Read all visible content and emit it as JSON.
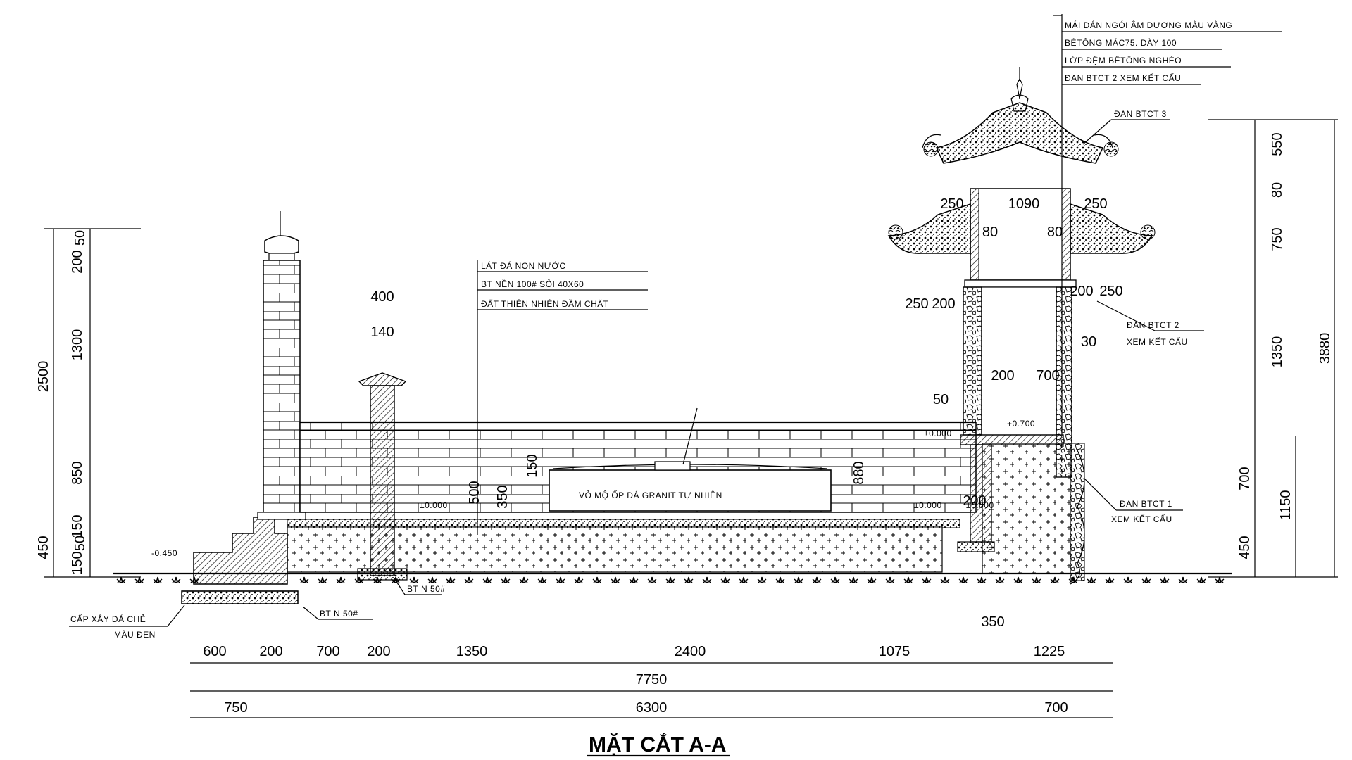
{
  "title": "MẶT CẮT A-A",
  "notes": {
    "roof": [
      "MÁI DÁN NGÓI ÂM DƯƠNG MÀU VÀNG",
      "BÊTÔNG MÁC75. DÀY 100",
      "LỚP ĐỆM BÊTÔNG NGHÈO",
      "ĐAN BTCT 2 XEM KẾT CẤU"
    ],
    "floor": [
      "LÁT ĐÁ NON NƯỚC",
      "BT NỀN 100# SỎI 40X60",
      "ĐẤT THIÊN NHIÊN ĐẦM CHẶT"
    ],
    "dan_btct3": "ĐAN BTCT 3",
    "dan_btct2": [
      "ĐAN BTCT 2",
      "XEM KẾT CẤU"
    ],
    "dan_btct1": [
      "ĐAN BTCT 1",
      "XEM KẾT CẤU"
    ],
    "tomb": "VỎ MỘ ỐP ĐÁ GRANIT TỰ NHIÊN",
    "step": [
      "CẤP XÂY ĐÁ CHẺ",
      "MÀU ĐEN"
    ],
    "bt_left": "BT N 50#",
    "bt_mid": "BT N 50#"
  },
  "levels": [
    "-0.450",
    "±0.000",
    "±0.000",
    "±0.000",
    "+0.700",
    "±0.000"
  ],
  "dims": {
    "bottom_row1": [
      "600",
      "200",
      "700",
      "200",
      "1350",
      "2400",
      "1075",
      "1225"
    ],
    "bottom_row2": [
      "7750"
    ],
    "bottom_row3": [
      "750",
      "6300",
      "700"
    ],
    "left_inner": [
      "50",
      "200",
      "1300",
      "850",
      "150",
      "50",
      "150"
    ],
    "left_outer": [
      "2500",
      "450"
    ],
    "right_inner": [
      "550",
      "80",
      "750",
      "1350",
      "700",
      "450"
    ],
    "right_mid": [
      "1150"
    ],
    "right_outer": [
      "3880"
    ],
    "column_top": [
      "400",
      "140"
    ],
    "wall": [
      "500",
      "350",
      "150",
      "880"
    ],
    "pavilion_upper": [
      "250",
      "1090",
      "250",
      "80",
      "80"
    ],
    "pavilion_lower": [
      "250",
      "200",
      "200",
      "250",
      "200",
      "700",
      "50",
      "200"
    ],
    "base_right": "350",
    "misc_right": "30"
  }
}
